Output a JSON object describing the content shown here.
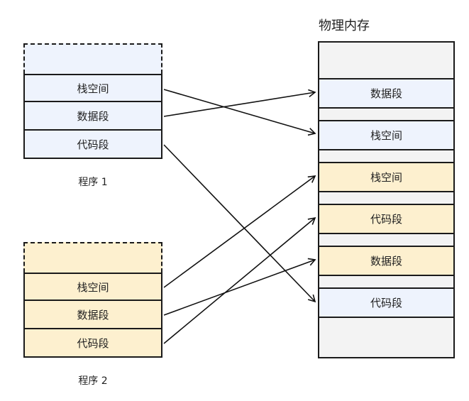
{
  "memory": {
    "title": "物理内存",
    "segments": [
      "数据段",
      "栈空间",
      "栈空间",
      "代码段",
      "数据段",
      "代码段"
    ]
  },
  "program1": {
    "caption": "程序 1",
    "segments": [
      "栈空间",
      "数据段",
      "代码段"
    ]
  },
  "program2": {
    "caption": "程序 2",
    "segments": [
      "栈空间",
      "数据段",
      "代码段"
    ]
  },
  "colors": {
    "program1_fill": "#eef3fd",
    "program2_fill": "#fdf0cf",
    "memory_fill": "#f3f3f3",
    "border": "#1a1a1a"
  }
}
